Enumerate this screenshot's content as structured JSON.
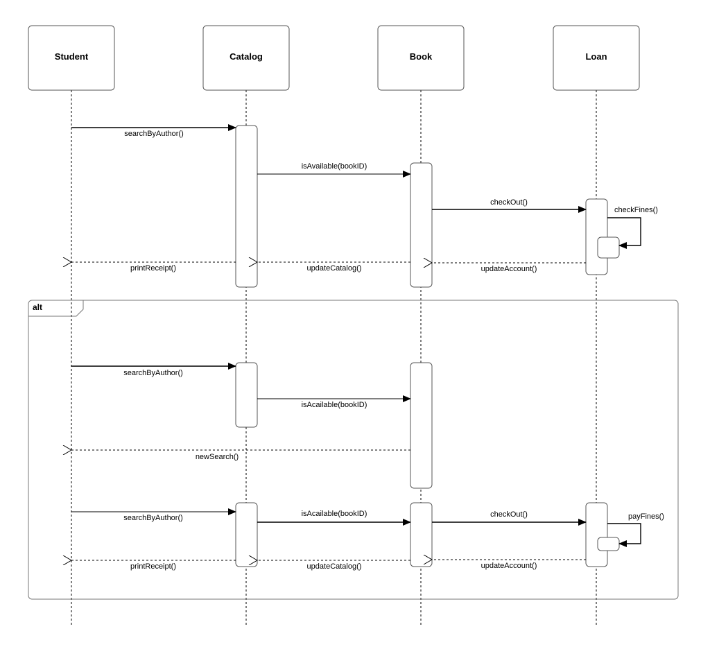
{
  "participants": [
    {
      "id": "student",
      "label": "Student"
    },
    {
      "id": "catalog",
      "label": "Catalog"
    },
    {
      "id": "book",
      "label": "Book"
    },
    {
      "id": "loan",
      "label": "Loan"
    }
  ],
  "frame": {
    "label": "alt"
  },
  "messages": [
    {
      "label": "searchByAuthor()",
      "from": "student",
      "to": "catalog",
      "kind": "sync"
    },
    {
      "label": "isAvailable(bookID)",
      "from": "catalog",
      "to": "book",
      "kind": "sync"
    },
    {
      "label": "checkOut()",
      "from": "book",
      "to": "loan",
      "kind": "sync"
    },
    {
      "label": "checkFines()",
      "from": "loan",
      "to": "loan",
      "kind": "self"
    },
    {
      "label": "updateAccount()",
      "from": "loan",
      "to": "book",
      "kind": "return"
    },
    {
      "label": "updateCatalog()",
      "from": "book",
      "to": "catalog",
      "kind": "return"
    },
    {
      "label": "printReceipt()",
      "from": "catalog",
      "to": "student",
      "kind": "return"
    },
    {
      "label": "searchByAuthor()",
      "from": "student",
      "to": "catalog",
      "kind": "sync"
    },
    {
      "label": "isAcailable(bookID)",
      "from": "catalog",
      "to": "book",
      "kind": "sync"
    },
    {
      "label": "newSearch()",
      "from": "book",
      "to": "student",
      "kind": "return"
    },
    {
      "label": "searchByAuthor()",
      "from": "student",
      "to": "catalog",
      "kind": "sync"
    },
    {
      "label": "isAcailable(bookID)",
      "from": "catalog",
      "to": "book",
      "kind": "sync"
    },
    {
      "label": "checkOut()",
      "from": "book",
      "to": "loan",
      "kind": "sync"
    },
    {
      "label": "payFines()",
      "from": "loan",
      "to": "loan",
      "kind": "self"
    },
    {
      "label": "updateAccount()",
      "from": "loan",
      "to": "book",
      "kind": "return"
    },
    {
      "label": "updateCatalog()",
      "from": "book",
      "to": "catalog",
      "kind": "return"
    },
    {
      "label": "printReceipt()",
      "from": "catalog",
      "to": "student",
      "kind": "return"
    }
  ],
  "colors": {
    "line": "#000000",
    "box_border": "#555555",
    "box_fill": "#ffffff"
  }
}
